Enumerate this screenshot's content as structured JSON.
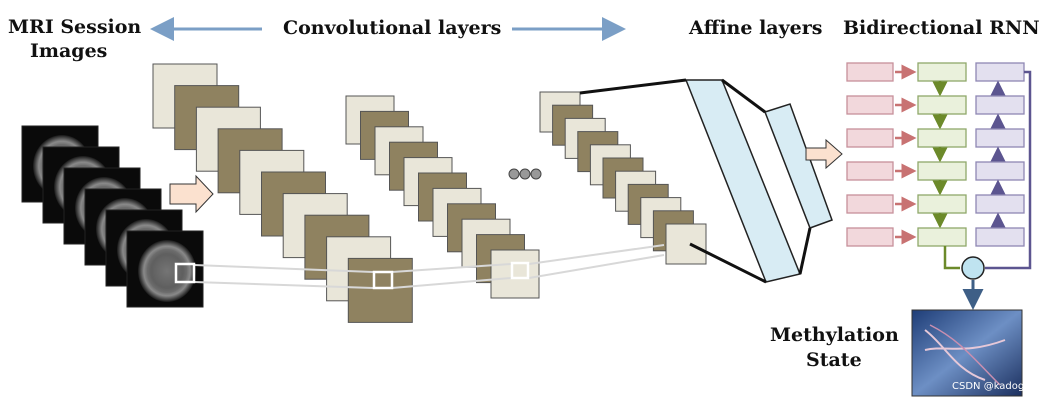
{
  "labels": {
    "mri_line1": "MRI Session",
    "mri_line2": "Images",
    "conv": "Convolutional layers",
    "affine": "Affine layers",
    "rnn": "Bidirectional RNN",
    "meth_line1": "Methylation",
    "meth_line2": "State",
    "watermark": "CSDN @kadog"
  },
  "colors": {
    "light_square": "#e9e6d9",
    "dark_square": "#8f8260",
    "square_border": "#555555",
    "arrow_blue": "#7b9fc6",
    "affine_fill": "#d8ecf4",
    "rnn_input": "#f2d8dc",
    "rnn_input_border": "#c7909a",
    "rnn_forward": "#eaf1dc",
    "rnn_forward_border": "#8fa86a",
    "rnn_backward": "#e3e0ef",
    "rnn_backward_border": "#8e87b3",
    "arrow_red": "#c87272",
    "arrow_green": "#6c8a2a",
    "arrow_purple": "#5c5590",
    "output_node": "#bfe3f0",
    "output_arrow": "#3e5f86"
  }
}
